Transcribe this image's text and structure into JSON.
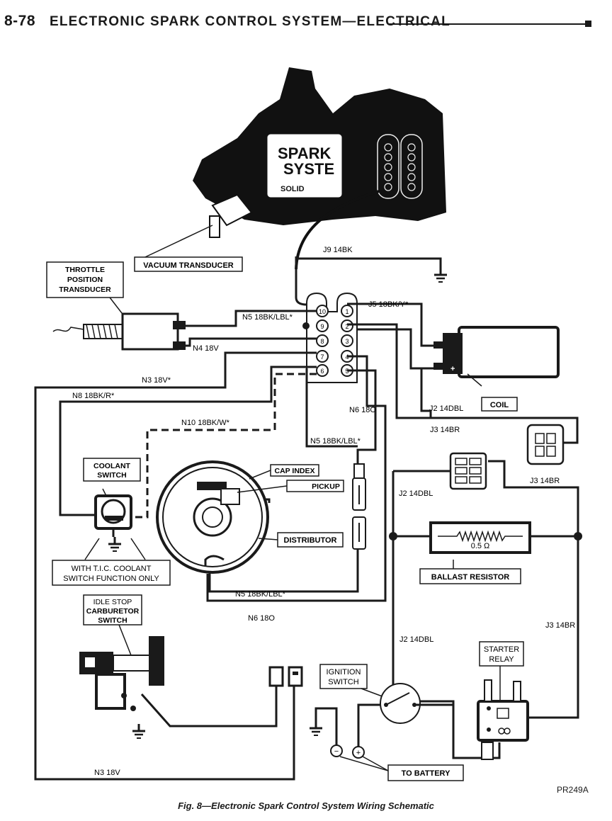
{
  "header": {
    "page": "8-78",
    "title": "ELECTRONIC SPARK CONTROL SYSTEM—ELECTRICAL"
  },
  "module": {
    "line1": "SPARK",
    "line2": "SYSTE",
    "line3": "SOLID"
  },
  "components": {
    "vacuum_transducer": "VACUUM TRANSDUCER",
    "throttle_l1": "THROTTLE",
    "throttle_l2": "POSITION",
    "throttle_l3": "TRANSDUCER",
    "coolant_l1": "COOLANT",
    "coolant_l2": "SWITCH",
    "cap_index": "CAP INDEX",
    "pickup": "PICKUP",
    "distributor": "DISTRIBUTOR",
    "tic_l1": "WITH T.I.C. COOLANT",
    "tic_l2": "SWITCH FUNCTION ONLY",
    "idle_l1": "IDLE STOP",
    "idle_l2": "CARBURETOR",
    "idle_l3": "SWITCH",
    "ignition_l1": "IGNITION",
    "ignition_l2": "SWITCH",
    "coil": "COIL",
    "ballast": "BALLAST RESISTOR",
    "ballast_value": "0.5 Ω",
    "starter_l1": "STARTER",
    "starter_l2": "RELAY",
    "battery": "TO BATTERY",
    "minus": "−",
    "plus": "+"
  },
  "wires": {
    "j9": "J9 14BK",
    "j5": "J5 18BK/Y*",
    "n5_top": "N5 18BK/LBL*",
    "n4": "N4 18V",
    "n3_top": "N3 18V*",
    "n8": "N8 18BK/R*",
    "n10": "N10 18BK/W*",
    "n6_mid": "N6 18O",
    "n5_mid": "N5 18BK/LBL*",
    "j2_a": "J2 14DBL",
    "j3_a": "J3 14BR",
    "j2_b": "J2 14DBL",
    "j3_b": "J3 14BR",
    "n5_low": "N5 18BK/LBL*",
    "n6_low": "N6 18O",
    "j3_c": "J3 14BR",
    "j2_c": "J2 14DBL",
    "n3_low": "N3 18V"
  },
  "pins": [
    "10",
    "9",
    "8",
    "7",
    "6",
    "1",
    "2",
    "3",
    "4",
    "5"
  ],
  "figure": {
    "caption": "Fig. 8—Electronic Spark Control System Wiring Schematic",
    "code": "PR249A"
  }
}
